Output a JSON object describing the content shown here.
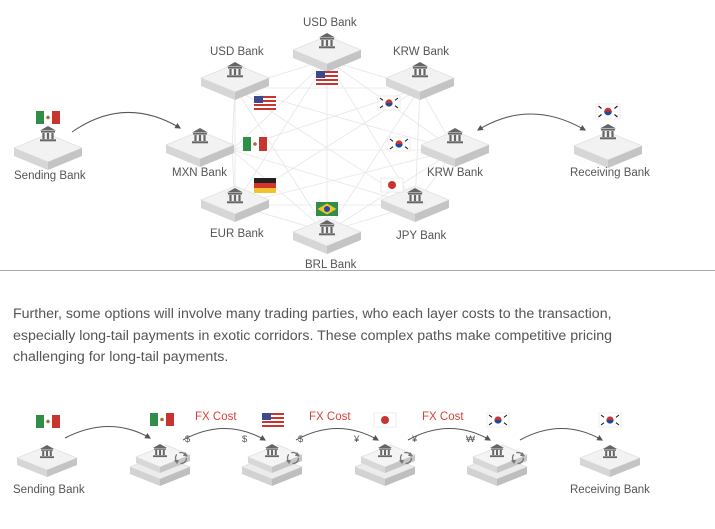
{
  "top_diagram": {
    "sending_bank": "Sending Bank",
    "receiving_bank": "Receiving Bank",
    "network_banks": [
      {
        "id": "usd-top",
        "label": "USD Bank"
      },
      {
        "id": "usd",
        "label": "USD Bank"
      },
      {
        "id": "krw",
        "label": "KRW Bank"
      },
      {
        "id": "mxn",
        "label": "MXN Bank"
      },
      {
        "id": "krw-right",
        "label": "KRW Bank"
      },
      {
        "id": "eur",
        "label": "EUR Bank"
      },
      {
        "id": "jpy",
        "label": "JPY Bank"
      },
      {
        "id": "brl",
        "label": "BRL Bank"
      }
    ],
    "flags": [
      "mexico-flag",
      "usa-flag",
      "korea-flag",
      "germany-flag",
      "brazil-flag",
      "japan-flag"
    ]
  },
  "paragraph": "Further, some options will involve many trading parties, who each layer costs to the transaction, especially long-tail payments in exotic corridors. These complex paths make competitive pricing challenging for long-tail payments.",
  "bottom_diagram": {
    "sending_bank": "Sending Bank",
    "receiving_bank": "Receiving Bank",
    "fx_cost_labels": [
      "FX Cost",
      "FX Cost",
      "FX Cost"
    ],
    "currency_symbols": [
      "$",
      "$",
      "$",
      "¥",
      "¥",
      "₩"
    ]
  },
  "colors": {
    "text": "#555555",
    "fx_cost": "#d9403a",
    "platform_top": "#f2f2f2",
    "platform_side": "#d0d0d0",
    "bank_icon": "#666666"
  }
}
